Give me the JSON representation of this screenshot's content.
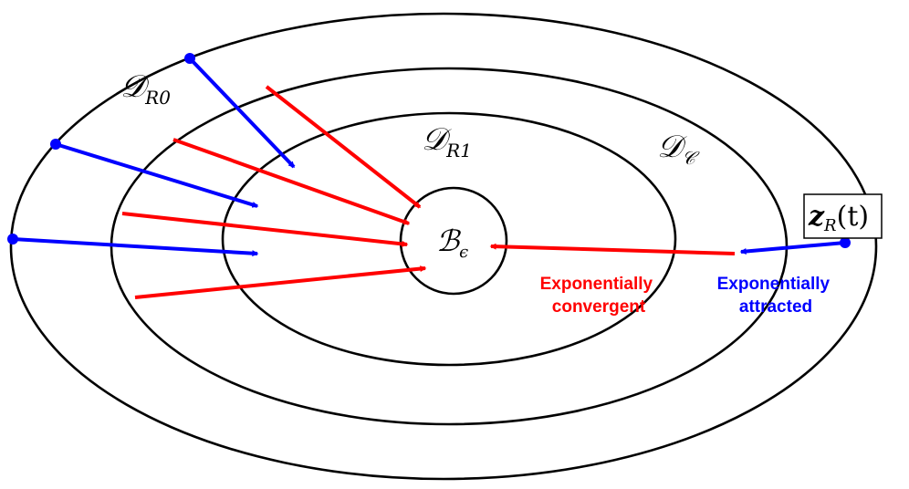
{
  "colors": {
    "stroke": "#000000",
    "convergent": "#ff0000",
    "attracted": "#0000ff",
    "background": "#ffffff"
  },
  "regions": {
    "outer": "𝒟",
    "outer_sub": "R0",
    "middle": "𝒟",
    "middle_sub": "𝒞",
    "inner": "𝒟",
    "inner_sub": "R1",
    "ball": "ℬ",
    "ball_sub": "ϵ"
  },
  "state": {
    "main": "z",
    "sub": "R",
    "arg": "(t)"
  },
  "annotations": {
    "convergent_line1": "Exponentially",
    "convergent_line2": "convergent",
    "attracted_line1": "Exponentially",
    "attracted_line2": "attracted"
  }
}
